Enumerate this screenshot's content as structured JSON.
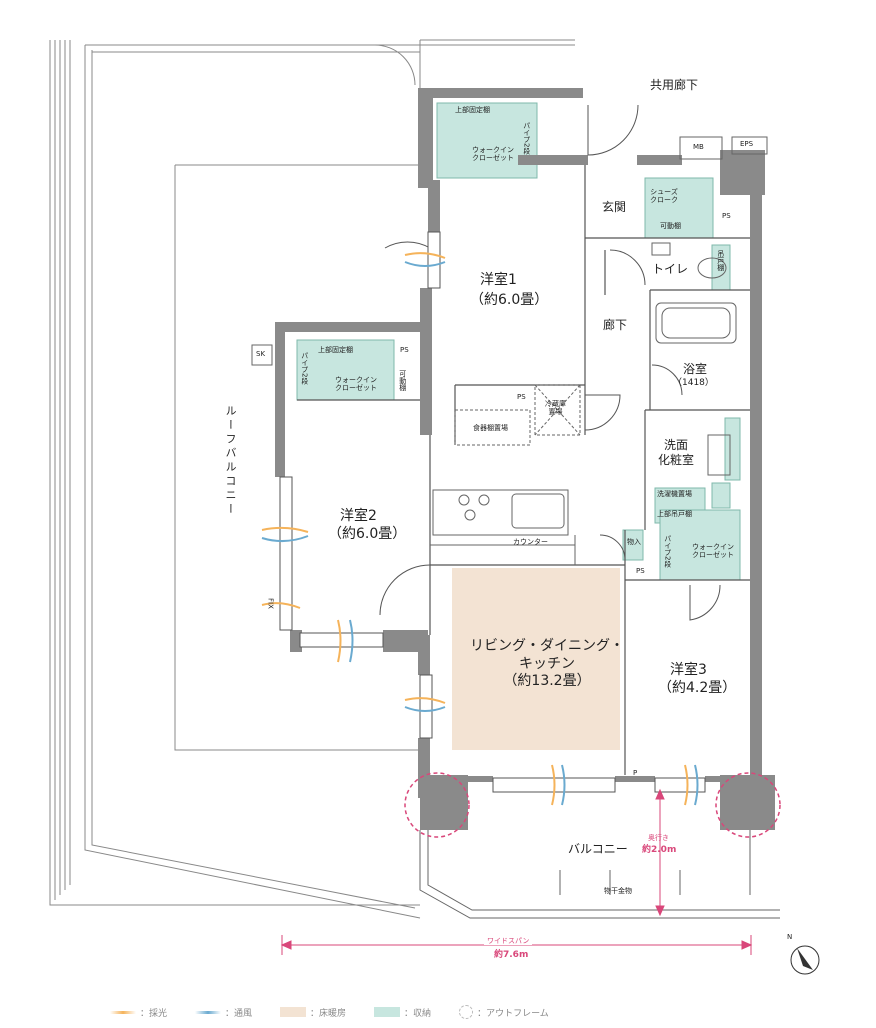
{
  "rooms": {
    "common_corridor": "共用廊下",
    "mb": "MB",
    "eps": "EPS",
    "entrance": "玄関",
    "shoe_closet": "シューズ\nクローク",
    "movable_shelf": "可動棚",
    "ps": "PS",
    "toilet": "トイレ",
    "hanging_shelf": "吊戸棚",
    "corridor": "廊下",
    "bath_name": "浴室",
    "bath_size": "（1418）",
    "washroom": "洗面\n化粧室",
    "laundry_pan": "洗濯機置場",
    "upper_cabinet": "上部吊戸棚",
    "storage": "物入",
    "wic": "ウォークイン\nクローゼット",
    "pipe_2": "パイプ2段",
    "upper_fixed_shelf": "上部固定棚",
    "western1_name": "洋室1",
    "western1_size": "（約6.0畳）",
    "western2_name": "洋室2",
    "western2_size": "（約6.0畳）",
    "western3_name": "洋室3",
    "western3_size": "（約4.2畳）",
    "ldk": "リビング・ダイニング・\nキッチン\n（約13.2畳）",
    "fridge": "冷蔵庫\n置場",
    "dish_rack": "食器棚置場",
    "counter": "カウンター",
    "sk": "SK",
    "roof_balcony": "ルーフバルコニー",
    "fix": "FIX",
    "p": "P",
    "balcony": "バルコニー",
    "depth_label": "奥行き",
    "depth_value": "約2.0m",
    "dryer": "物干金物",
    "wide_span_label": "ワイドスパン",
    "wide_span_value": "約7.6m",
    "north": "N"
  },
  "legend": [
    {
      "label": "：採光",
      "color": "#f5b35a"
    },
    {
      "label": "：通風",
      "color": "#6aaad0"
    },
    {
      "label": "：床暖房",
      "color": "#f3e3d3"
    },
    {
      "label": "：収納",
      "color": "#c7e6df"
    },
    {
      "label": "：アウトフレーム",
      "color": "#cccccc"
    }
  ],
  "colors": {
    "wall": "#8a8a8a",
    "storage": "#c7e6df",
    "floor_heating": "#f3e3d3",
    "accent": "#d9477a"
  }
}
